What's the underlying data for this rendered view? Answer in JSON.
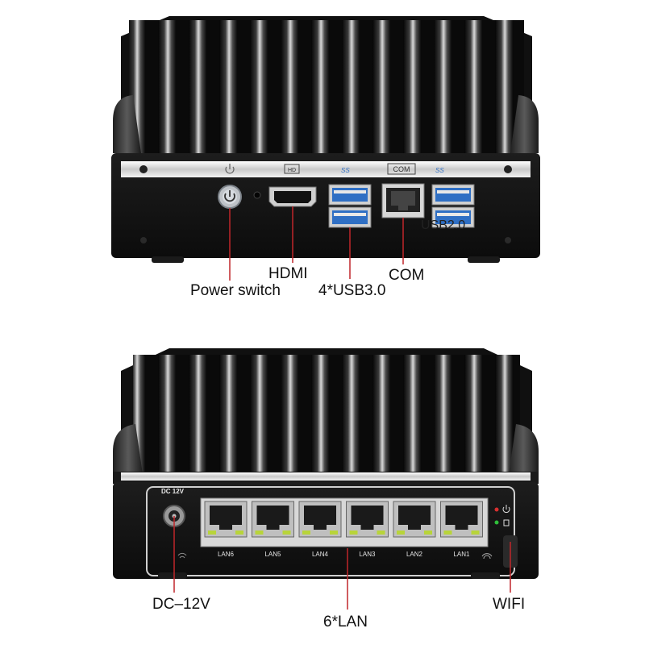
{
  "top_device": {
    "port_icons": {
      "hd": "HD",
      "ss_usb_left": "SS",
      "com": "COM",
      "ss_usb_right": "SS"
    },
    "overprint_text": "USB2.0"
  },
  "bottom_device": {
    "panel_label_dc": "DC 12V",
    "lan_labels": [
      "LAN6",
      "LAN5",
      "LAN4",
      "LAN3",
      "LAN2",
      "LAN1"
    ]
  },
  "callouts": {
    "hdmi": "HDMI",
    "com": "COM",
    "power_switch": "Power switch",
    "usb": "4*USB3.0",
    "dc": "DC–12V",
    "lan": "6*LAN",
    "wifi": "WIFI"
  },
  "colors": {
    "callout_line": "#c0262a",
    "chassis": "#1a1a1a",
    "usb_blue": "#2f6fc4"
  }
}
